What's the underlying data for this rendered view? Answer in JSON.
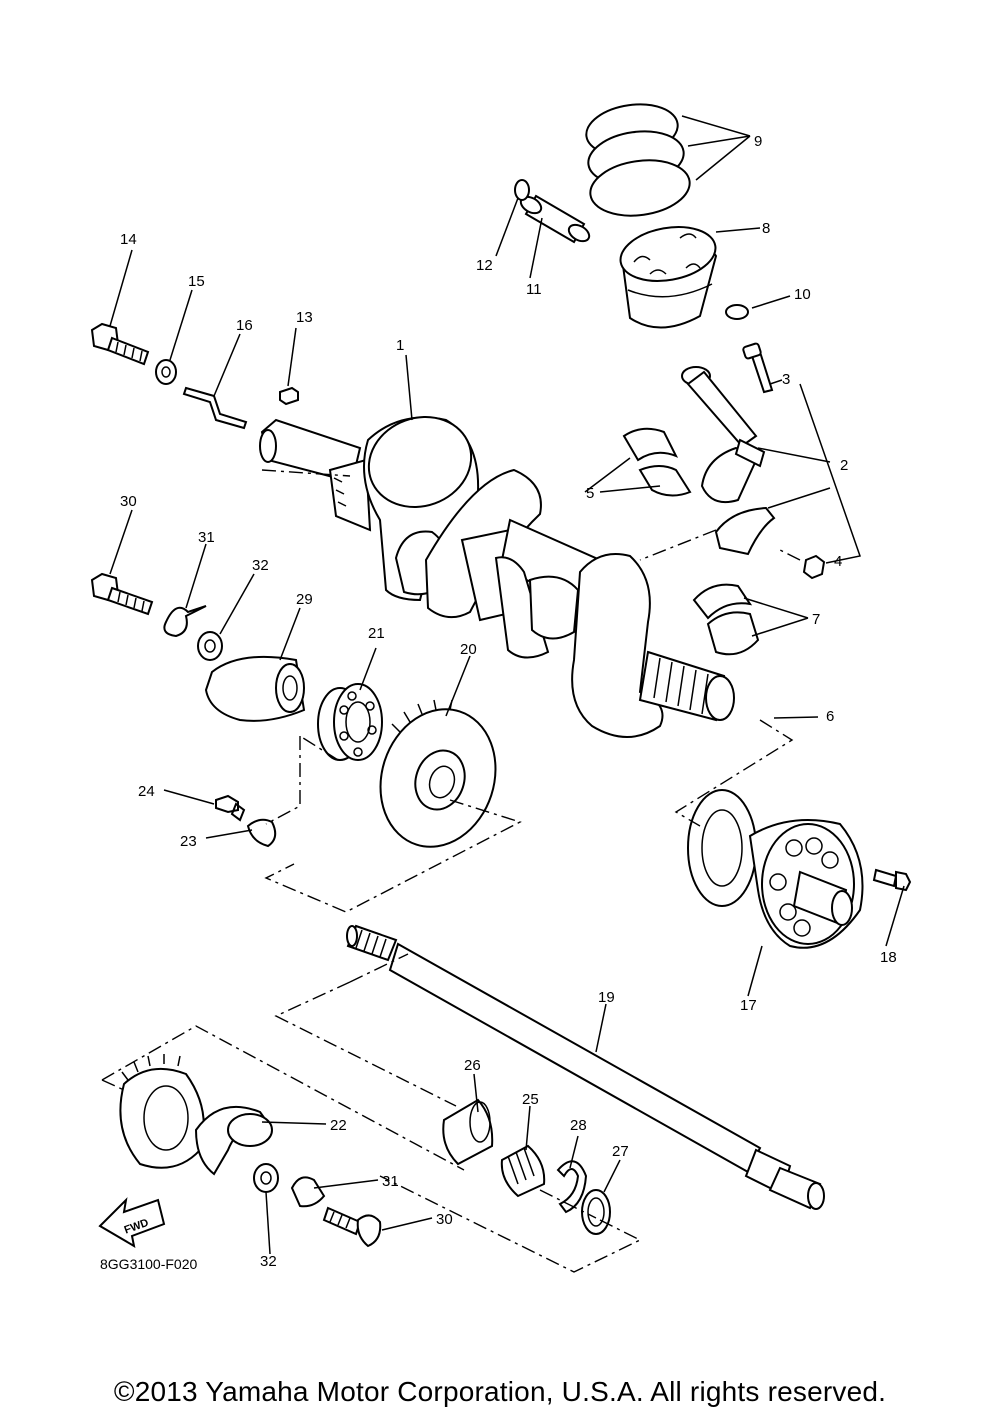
{
  "callouts": {
    "c1": "1",
    "c2": "2",
    "c3": "3",
    "c4": "4",
    "c5": "5",
    "c6": "6",
    "c7": "7",
    "c8": "8",
    "c9": "9",
    "c10": "10",
    "c11": "11",
    "c12": "12",
    "c13": "13",
    "c14": "14",
    "c15": "15",
    "c16": "16",
    "c17": "17",
    "c18": "18",
    "c19": "19",
    "c20": "20",
    "c21": "21",
    "c22": "22",
    "c23": "23",
    "c24": "24",
    "c25": "25",
    "c26": "26",
    "c27": "27",
    "c28": "28",
    "c29": "29",
    "c30a": "30",
    "c30b": "30",
    "c31a": "31",
    "c31b": "31",
    "c32a": "32",
    "c32b": "32"
  },
  "fwd_label": "FWD",
  "diagram_code": "8GG3100-F020",
  "copyright": "©2013 Yamaha Motor Corporation, U.S.A. All rights reserved."
}
